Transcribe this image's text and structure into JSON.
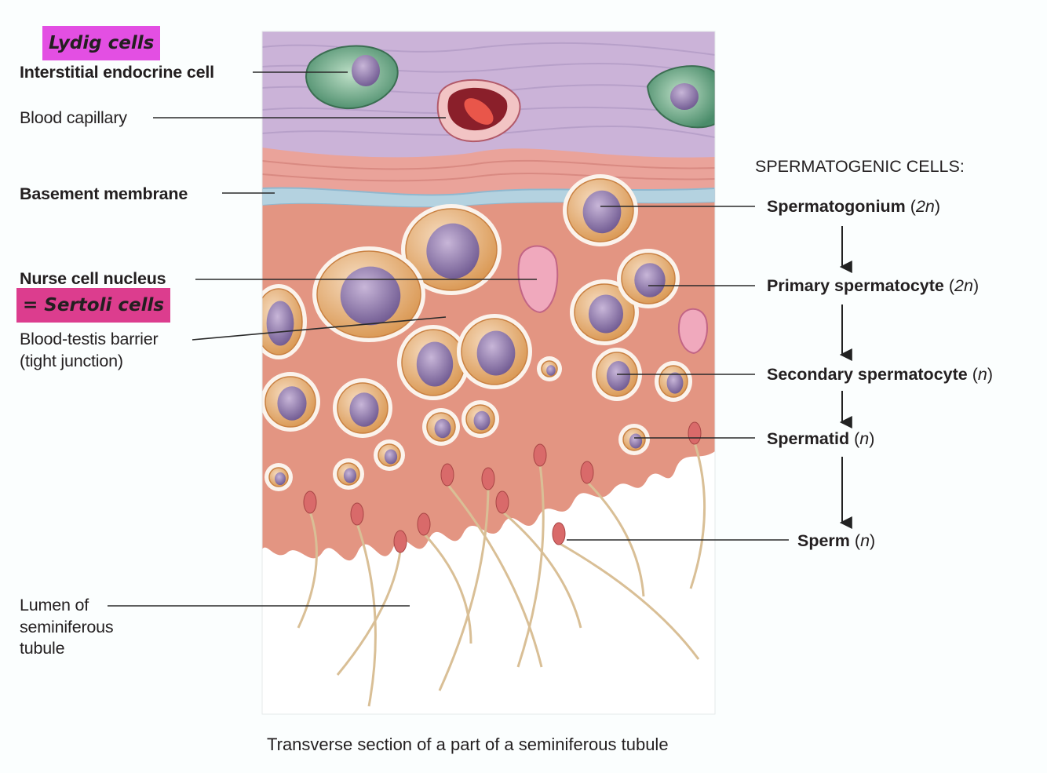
{
  "highlights": {
    "leydig": {
      "text": "Lydig cells",
      "color": "#e34fe3"
    },
    "sertoli": {
      "text": "= Sertoli cells",
      "color": "#dc3d8e"
    }
  },
  "left_labels": {
    "interstitial": "Interstitial endocrine cell",
    "capillary": "Blood capillary",
    "basement": "Basement membrane",
    "nurse": "Nurse cell nucleus",
    "barrier_1": "Blood-testis barrier",
    "barrier_2": "(tight junction)",
    "lumen_1": "Lumen of",
    "lumen_2": "seminiferous",
    "lumen_3": "tubule"
  },
  "spermatogenic": {
    "title": "SPERMATOGENIC CELLS:",
    "stages": [
      {
        "name": "Spermatogonium",
        "ploidy": "2n"
      },
      {
        "name": "Primary spermatocyte",
        "ploidy": "2n"
      },
      {
        "name": "Secondary spermatocyte",
        "ploidy": "n"
      },
      {
        "name": "Spermatid",
        "ploidy": "n"
      },
      {
        "name": "Sperm",
        "ploidy": "n"
      }
    ]
  },
  "caption": "Transverse section of a part of a seminiferous tubule",
  "colors": {
    "connective": "#cbb3d8",
    "muscle": "#eaa39a",
    "basement": "#b4d2e0",
    "sertoli": "#e39582",
    "cytoplasm": "#e9b277",
    "nucleus": "#8c75ad",
    "lumen": "#ffffff",
    "leader": "#2a2a2a"
  }
}
